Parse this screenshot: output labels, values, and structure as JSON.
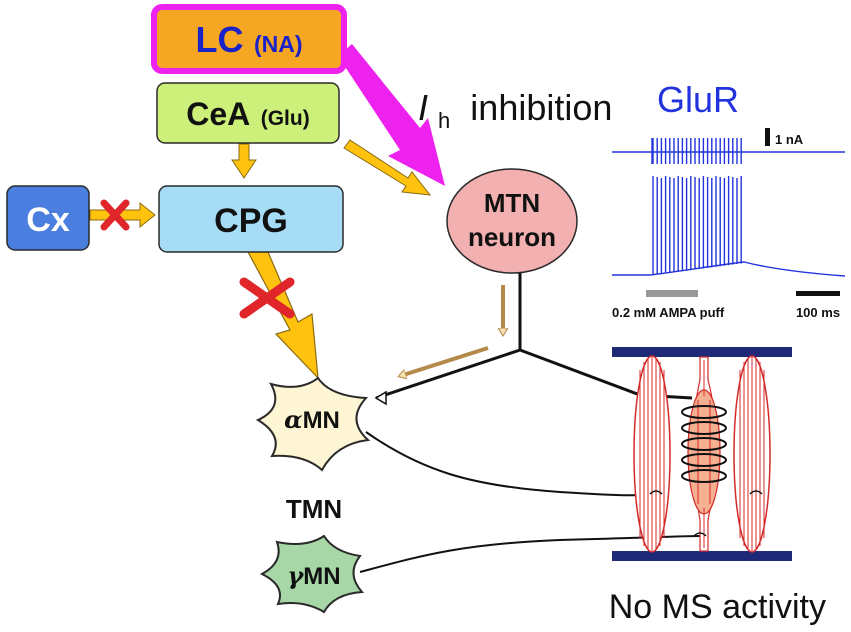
{
  "nodes": {
    "lc": {
      "main": "LC",
      "sub": "(NA)"
    },
    "cea": {
      "main": "CeA",
      "sub": "(Glu)"
    },
    "cpg": {
      "label": "CPG"
    },
    "cx": {
      "label": "Cx"
    },
    "mtn": {
      "line1": "MTN",
      "line2": "neuron"
    },
    "amn": {
      "greek": "α",
      "label": "MN"
    },
    "gmn": {
      "greek": "γ",
      "label": "MN"
    },
    "tmn": {
      "label": "TMN"
    }
  },
  "annotations": {
    "ih_italic": "I",
    "ih_sub": "h",
    "ih_rest": "inhibition",
    "no_ms": "No MS activity"
  },
  "inset": {
    "title": "GluR",
    "scale_current": "1 nA",
    "stim_label": "0.2 mM AMPA puff",
    "scale_time": "100 ms"
  },
  "colors": {
    "lc_fill": "#f5a623",
    "lc_border": "#ee22ee",
    "cea_fill": "#ccf07a",
    "cpg_fill": "#a6dcf5",
    "cx_fill": "#4a7fe0",
    "mtn_fill": "#f2b0b0",
    "amn_fill": "#fdf5d3",
    "gmn_fill": "#a7d7a7",
    "arrow_yellow": "#ffc20e",
    "arrow_magenta": "#ee22ee",
    "trace_blue": "#2233dd",
    "muscle_red": "#d42a2a",
    "spindle_fill": "#f4b090",
    "bar_navy": "#1e2a78",
    "block_red": "#e0262b"
  }
}
